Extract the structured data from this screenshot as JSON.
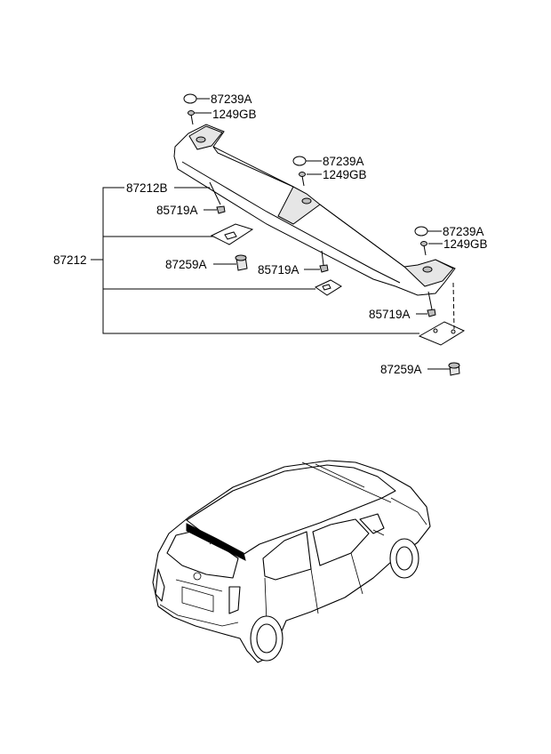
{
  "labels": {
    "cap_1": "87239A",
    "screw_1": "1249GB",
    "cap_2": "87239A",
    "screw_2": "1249GB",
    "cap_3": "87239A",
    "screw_3": "1249GB",
    "spoiler_body": "87212B",
    "assembly": "87212",
    "clip_1": "85719A",
    "clip_2": "85719A",
    "clip_3": "85719A",
    "grommet_1": "87259A",
    "grommet_2": "87259A"
  }
}
